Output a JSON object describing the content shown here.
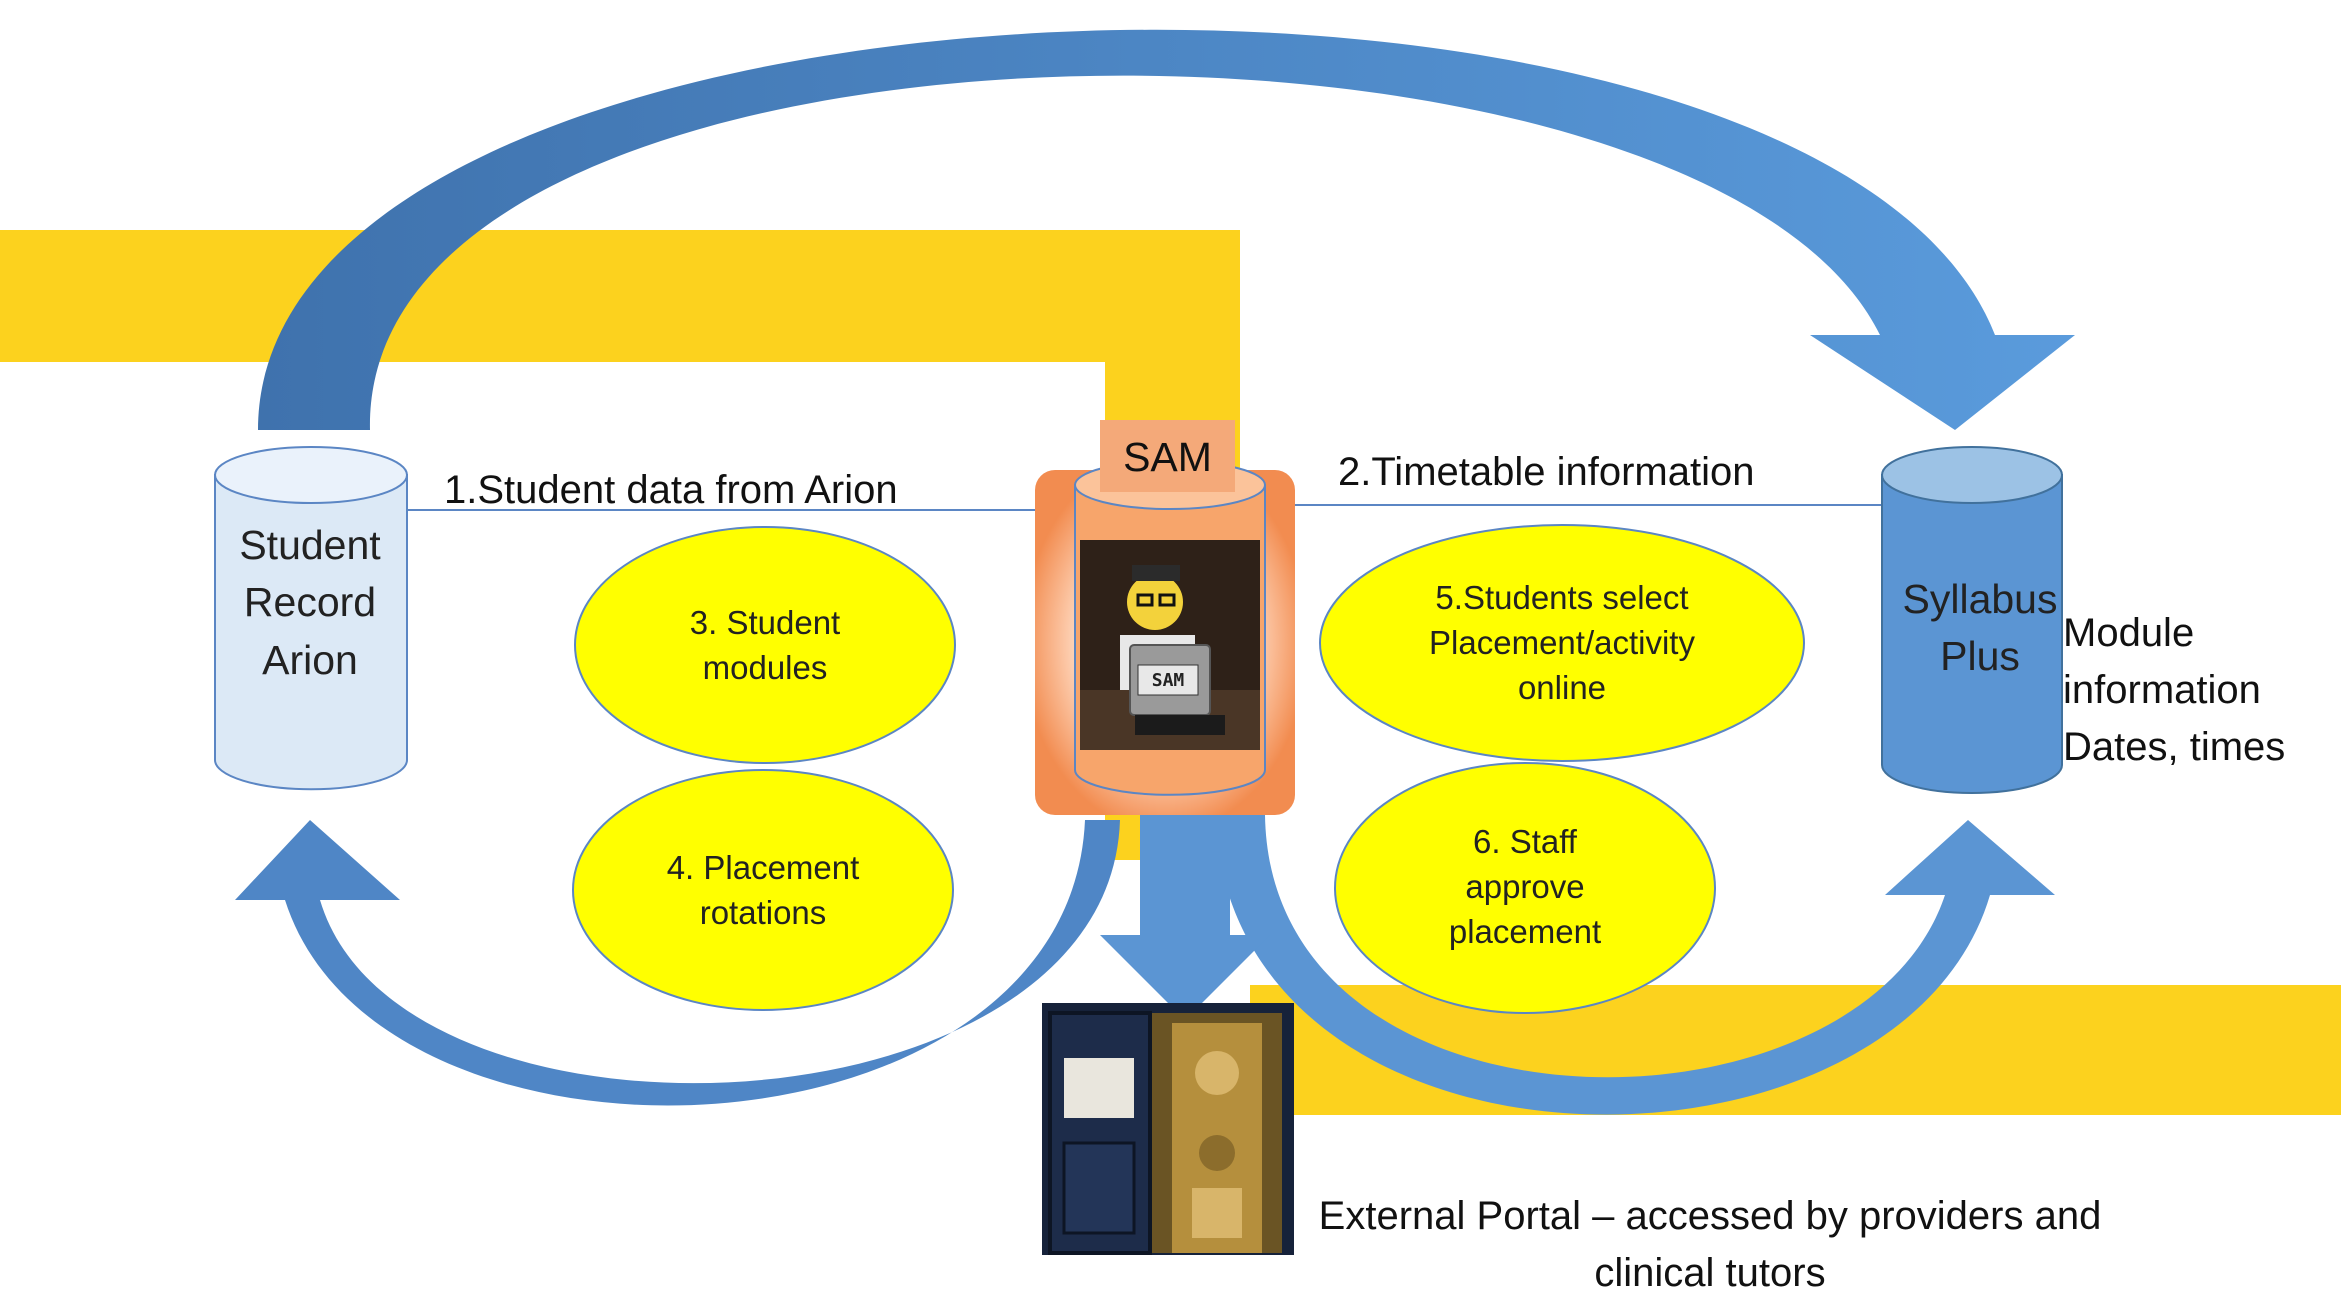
{
  "diagram": {
    "arrows": {
      "student_data": "1.Student data from Arion",
      "timetable": "2.Timetable information"
    },
    "nodes": {
      "student_record": [
        "Student",
        "Record",
        "Arion"
      ],
      "sam": "SAM",
      "syllabus_plus": [
        "Syllabus",
        "Plus"
      ],
      "module_info": [
        "Module",
        "information",
        "Dates, times"
      ]
    },
    "ellipses": {
      "student_modules": [
        "3. Student",
        "modules"
      ],
      "placement_rotations": [
        "4. Placement",
        "rotations"
      ],
      "students_select": [
        "5.Students select",
        "Placement/activity",
        "online"
      ],
      "staff_approve": [
        "6. Staff",
        "approve",
        "placement"
      ]
    },
    "external_portal": [
      "External Portal – accessed by providers and",
      "clinical tutors"
    ],
    "sam_badge": "SAM",
    "colors": {
      "yellow_band": "#fcd21e",
      "blue_arrow": "#4f86c6",
      "blue_arrow_dark": "#3f72ad",
      "ellipse_fill": "#ffff00",
      "ellipse_stroke": "#5b86c4",
      "cylinder_light": "#dce9f6",
      "cylinder_blue": "#5b95d3",
      "sam_tag": "#f4a979"
    }
  }
}
